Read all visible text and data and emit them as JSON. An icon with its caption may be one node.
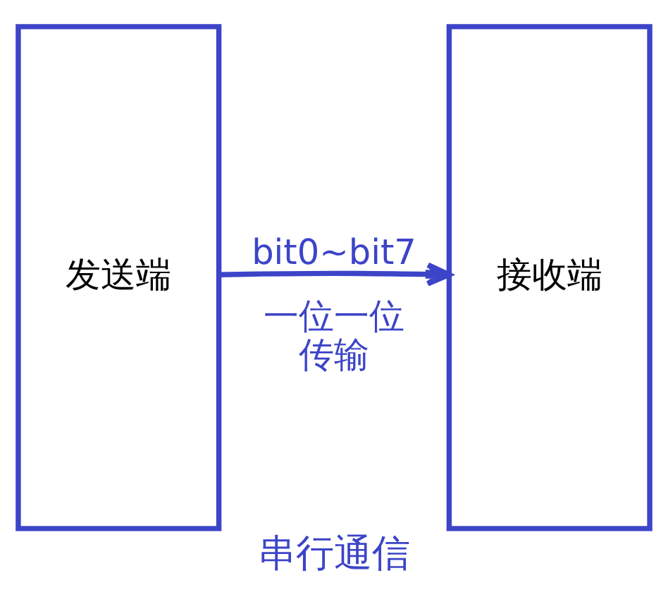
{
  "diagram": {
    "caption": "串行通信",
    "nodes": [
      {
        "text": [
          "发送端"
        ]
      },
      {
        "text": [
          "接收端"
        ]
      }
    ],
    "edges": [
      {
        "from": 0,
        "to": 1,
        "arrow": "to",
        "label": "bit0~bit7"
      }
    ],
    "labels": [
      "一位一位传输"
    ]
  }
}
